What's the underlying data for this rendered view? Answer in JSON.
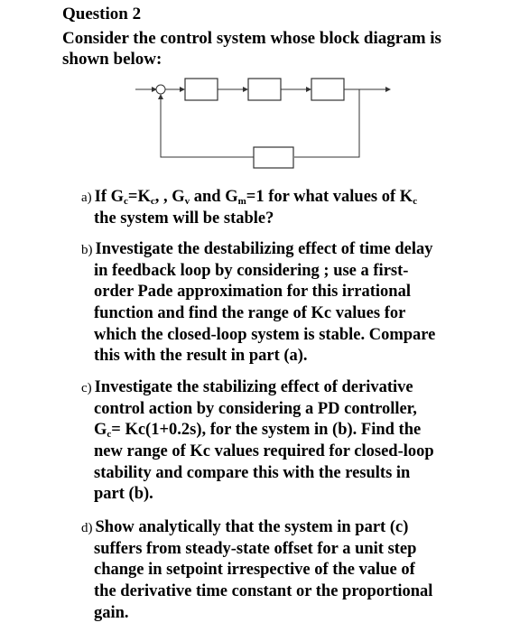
{
  "question_title": "Question 2",
  "intro_lines": [
    "Consider the control system whose block diagram is",
    "shown below:"
  ],
  "parts": {
    "a": {
      "label": "a)",
      "line1": {
        "t1": "If G",
        "s1": "c",
        "t2": "=K",
        "s2": "c",
        "t3": ", , G",
        "s3": "v",
        "t4": " and G",
        "s4": "m",
        "t5": "=1 for what values of K",
        "s5": "c"
      },
      "line2": "the system will be stable?"
    },
    "b": {
      "label": "b)",
      "lines": [
        "Investigate the destabilizing effect of time delay",
        "in feedback loop by considering ; use a first-",
        "order Pade approximation for this irrational",
        "function and find the range of Kc values for",
        "which the closed-loop system is stable. Compare",
        "this with the result in part (a)."
      ]
    },
    "c": {
      "label": "c)",
      "lines": [
        "Investigate the stabilizing effect of derivative",
        "control action by considering a PD controller,"
      ],
      "line3": {
        "t1": "G",
        "s1": "c",
        "t2": "= Kc(1+0.2s), for the system in (b). Find the"
      },
      "lines_after": [
        "new range of Kc values required for closed-loop",
        "stability and compare this with the results in",
        "part (b)."
      ]
    },
    "d": {
      "label": "d)",
      "lines": [
        "Show analytically that the system in part (c)",
        "suffers from steady-state offset for a unit step",
        "change in setpoint irrespective of the value of",
        "the derivative time constant or the proportional",
        "gain."
      ]
    }
  }
}
